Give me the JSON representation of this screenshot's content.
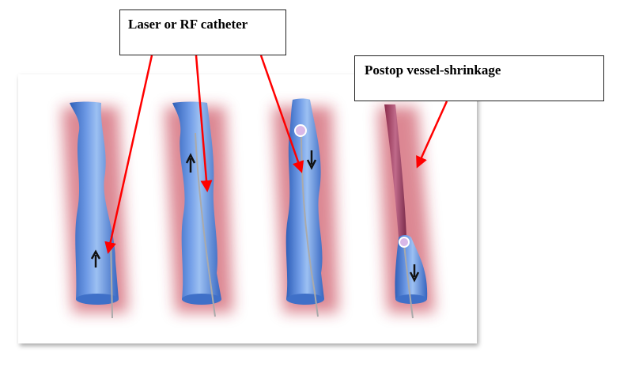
{
  "callouts": {
    "laser_catheter": "Laser or RF catheter",
    "postop_shrinkage": "Postop vessel-shrinkage"
  },
  "colors": {
    "vein": "#4a7fd6",
    "vein_light": "#8fb6f0",
    "tissue_red": "#c0283a",
    "arrow": "#ff0000",
    "panel_bg": "#ffffff"
  },
  "panels": [
    {
      "stage": "catheter-inserted",
      "catheter_direction": "up"
    },
    {
      "stage": "catheter-advanced",
      "catheter_direction": "up"
    },
    {
      "stage": "catheter-withdrawing",
      "catheter_direction": "down"
    },
    {
      "stage": "vessel-shrunk",
      "catheter_direction": "down"
    }
  ]
}
